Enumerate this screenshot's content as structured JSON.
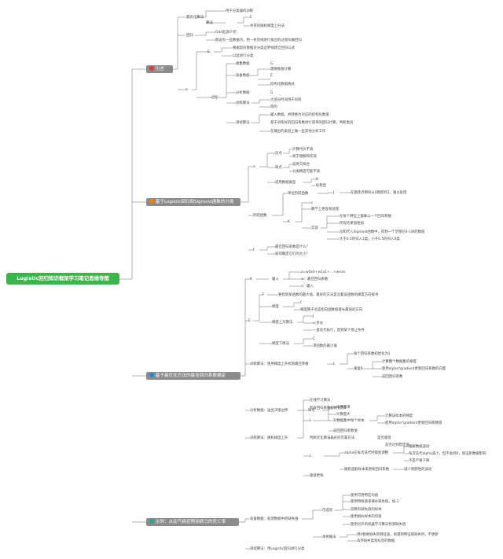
{
  "root": "Logistic回归知识框架学习笔记思维导图",
  "sections": [
    {
      "label": "引言",
      "icon_color": "#e53935"
    },
    {
      "label": "基于Logistic回归和Sigmoid函数的分类",
      "icon_color": "#f57c00"
    },
    {
      "label": "基于最优化方法的最佳回归系数确定",
      "icon_color": "#1e88e5"
    },
    {
      "label": "示例：从疝气病症预测病马的死亡率",
      "icon_color": "#26a69a"
    }
  ],
  "nodes": {
    "s1": [
      "最优化算法",
      "用于分类器的训练",
      "算法",
      "E",
      "寻求的随机梯度上升法",
      "回归",
      "Odd起源介绍",
      "假设有一些数据点，用一条直线进行拟合的过程叫做回归",
      "E",
      "根据现有数据对分类边界线建立回归公式",
      "以此进行分类",
      "a",
      "收集数据",
      "G",
      "准备数据",
      "需要数值计算",
      "E",
      "结构化数据格式",
      "分析数据",
      "G",
      "训练算法",
      "大部分时间用于训练",
      "目的",
      "测试算法",
      "输入数据，并转换为对应的结构化数值",
      "基于训练好的回归系数进行简单的回归计算，判断类别",
      "在输出的类别上做一些其他分析工作",
      "过程"
    ],
    "s2": [
      "a",
      "优点",
      "计算代价不高",
      "易于理解和实现",
      "缺点",
      "容易欠拟合",
      "分类精度可能不高",
      "适用数据类型",
      "B",
      "标称型",
      "阶跃函数",
      "单位阶跃函数",
      "J",
      "在跳跃点瞬间从0跳跃到1，难以处理",
      "c",
      "数学上更容易处理",
      "K",
      "实现",
      "在每个特征上都乘以一个回归系数",
      "所有结果值相加",
      "总和代入Sigmoid函数中，得到一个范围在0-1间的数值",
      "大于0.5的归入1类，小于0.5的归入0类",
      "f",
      "最佳回归系数是什么？",
      "如何确定它们的大小？"
    ],
    "s3": [
      "K",
      "输入",
      "z=w0x0+w1x1+...+wnxn",
      "w：最佳回归系数",
      "x：输入",
      "F",
      "要找到某函数的最大值，最好的方法是沿着该函数的梯度方向探寻",
      "梯度",
      "f",
      "梯度算子总是指向函数值增长最快的方向",
      "E",
      "梯度上升算法",
      "J",
      "α:步长",
      "一直迭代执行，直到某个停止条件",
      "梯度下降法",
      "C",
      "求函数的最小值",
      "训练算法：使用梯度上升找到最佳参数",
      "每个回归系数初始化为1",
      "L",
      "重复R",
      "计算整个数据集的梯度",
      "使用alpha*gradient更新回归系数的向量",
      "返回回归系数",
      "分析数据：画出决策边界",
      "缺点",
      "计算繁琐",
      "计算量大",
      "训练算法：随机梯度上升",
      "在线学习算法",
      "所有回归系数初始化为1",
      "对数据集中每个样本",
      "计算该样本的梯度",
      "使用alpha*gradient更新回归系数值",
      "返回回归系数值",
      "判断优化算法优劣的可靠方法",
      "是否收敛",
      "是否达到稳定值",
      "alpha在每次迭代时都会调整",
      "缓解数据波动",
      "每次迭代alpha减小，但不会到0，保证新数据影响",
      "不是严格下降",
      "随机选取样本来更新回归系数",
      "减少周期性的波动",
      "收敛更快",
      "L",
      "L"
    ],
    "s4": [
      "准备数据：处理数据中的缺失值",
      "可选项",
      "使用可用特征均值",
      "使用特殊值来填补缺失值，如-1",
      "忽略有缺失值的样本",
      "使用相似样本的均值",
      "使用另外的机器学习算法预测缺失值",
      "本例做法",
      "用0替换缺失的特征值，如遇到特征值缺失时，不更新",
      "丢弃缺失类别标签的数据",
      "测试算法：用Logistic回归进行分类"
    ]
  }
}
